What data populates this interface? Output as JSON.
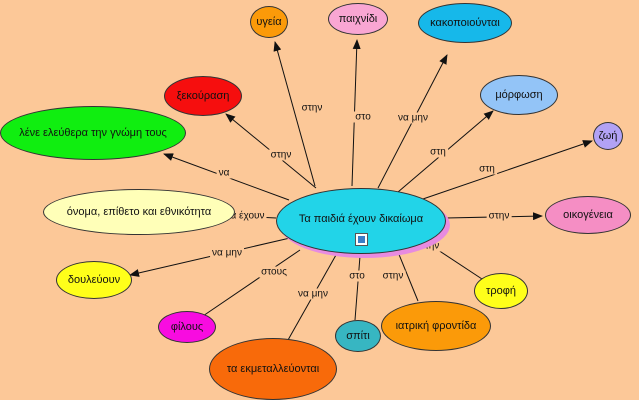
{
  "central": {
    "label": "Τα παιδιά  έχουν δικαίωμα",
    "image_icon": "image-icon"
  },
  "nodes": [
    {
      "id": "ygeia",
      "label": "υγεία",
      "color": "#fb9a09"
    },
    {
      "id": "paixnidi",
      "label": "παιχνίδι",
      "color": "#f9a6d3"
    },
    {
      "id": "kakopoiountai",
      "label": "κακοποιούνται",
      "color": "#16b8ea"
    },
    {
      "id": "morfosi",
      "label": "μόρφωση",
      "color": "#93c4f7"
    },
    {
      "id": "zoi",
      "label": "ζωή",
      "color": "#b2a2f5"
    },
    {
      "id": "oikogeneia",
      "label": "οικογένεια",
      "color": "#f58ec4"
    },
    {
      "id": "trofi",
      "label": "τροφή",
      "color": "#ffff1a"
    },
    {
      "id": "iatriki",
      "label": "ιατρική φροντίδα",
      "color": "#fb9a09"
    },
    {
      "id": "spiti",
      "label": "σπίτι",
      "color": "#37b6c2"
    },
    {
      "id": "ekmetalleuontai",
      "label": "τα εκμεταλλεύονται",
      "color": "#f86a0a"
    },
    {
      "id": "filous",
      "label": "φίλους",
      "color": "#f80ce0"
    },
    {
      "id": "douleuoun",
      "label": "δουλεύουν",
      "color": "#ffff1a"
    },
    {
      "id": "onoma",
      "label": "όνομα, επίθετο και εθνικότητα",
      "color": "#ffffb8"
    },
    {
      "id": "lene",
      "label": "λένε ελεύθερα την γνώμη τους",
      "color": "#10ee10"
    },
    {
      "id": "ekfrasi",
      "label": "ξεκούραση",
      "color": "#f60e0e"
    }
  ],
  "links": [
    {
      "id": "ygeia",
      "label": "στην"
    },
    {
      "id": "paixnidi",
      "label": "στο"
    },
    {
      "id": "kakopoiountai",
      "label": "να μην"
    },
    {
      "id": "morfosi",
      "label": "στη"
    },
    {
      "id": "zoi",
      "label": "στη"
    },
    {
      "id": "oikogeneia",
      "label": "στην"
    },
    {
      "id": "trofi",
      "label": "την"
    },
    {
      "id": "iatriki",
      "label": "στην"
    },
    {
      "id": "spiti",
      "label": "στο"
    },
    {
      "id": "ekmetalleuontai",
      "label": "να μην"
    },
    {
      "id": "filous",
      "label": "στους"
    },
    {
      "id": "douleuoun",
      "label": "να μην"
    },
    {
      "id": "onoma",
      "label": "να έχουν"
    },
    {
      "id": "lene",
      "label": "να"
    },
    {
      "id": "ekfrasi",
      "label": "στην"
    }
  ]
}
